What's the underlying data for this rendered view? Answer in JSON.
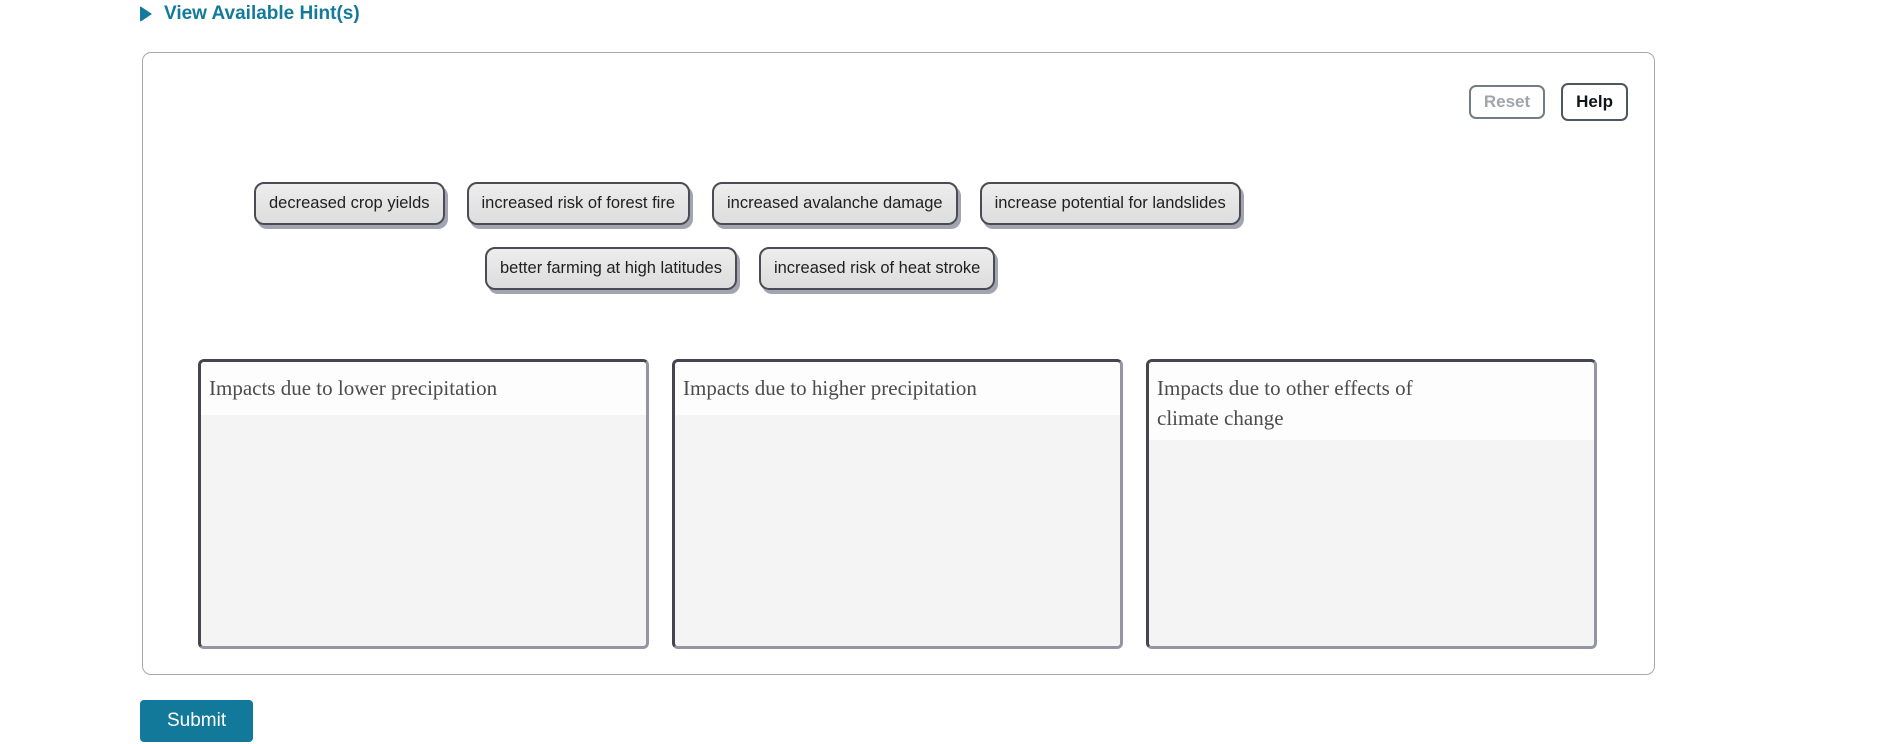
{
  "hints": {
    "label": "View Available Hint(s)"
  },
  "activity": {
    "toolbar": {
      "reset_label": "Reset",
      "help_label": "Help"
    },
    "chips": {
      "row1": [
        "decreased crop yields",
        "increased risk of forest fire",
        "increased avalanche damage",
        "increase potential for landslides"
      ],
      "row2": [
        "better farming at high latitudes",
        "increased risk of heat stroke"
      ]
    },
    "bins": [
      {
        "label": "Impacts due to lower precipitation"
      },
      {
        "label": "Impacts due to higher precipitation"
      },
      {
        "label": "Impacts due to other effects of climate change"
      }
    ]
  },
  "submit": {
    "label": "Submit"
  },
  "colors": {
    "accent_teal": "#137a9c",
    "submit_teal": "#12799b",
    "chip_border": "#4b4b54",
    "chip_shadow": "#a3a3b2",
    "bin_border_dark": "#45454f",
    "bin_border_light": "#9494a5",
    "bin_body_bg": "#f4f4f5",
    "panel_border": "#a9a9a9",
    "reset_text": "#9fa5ab",
    "help_text": "#0f1418"
  }
}
